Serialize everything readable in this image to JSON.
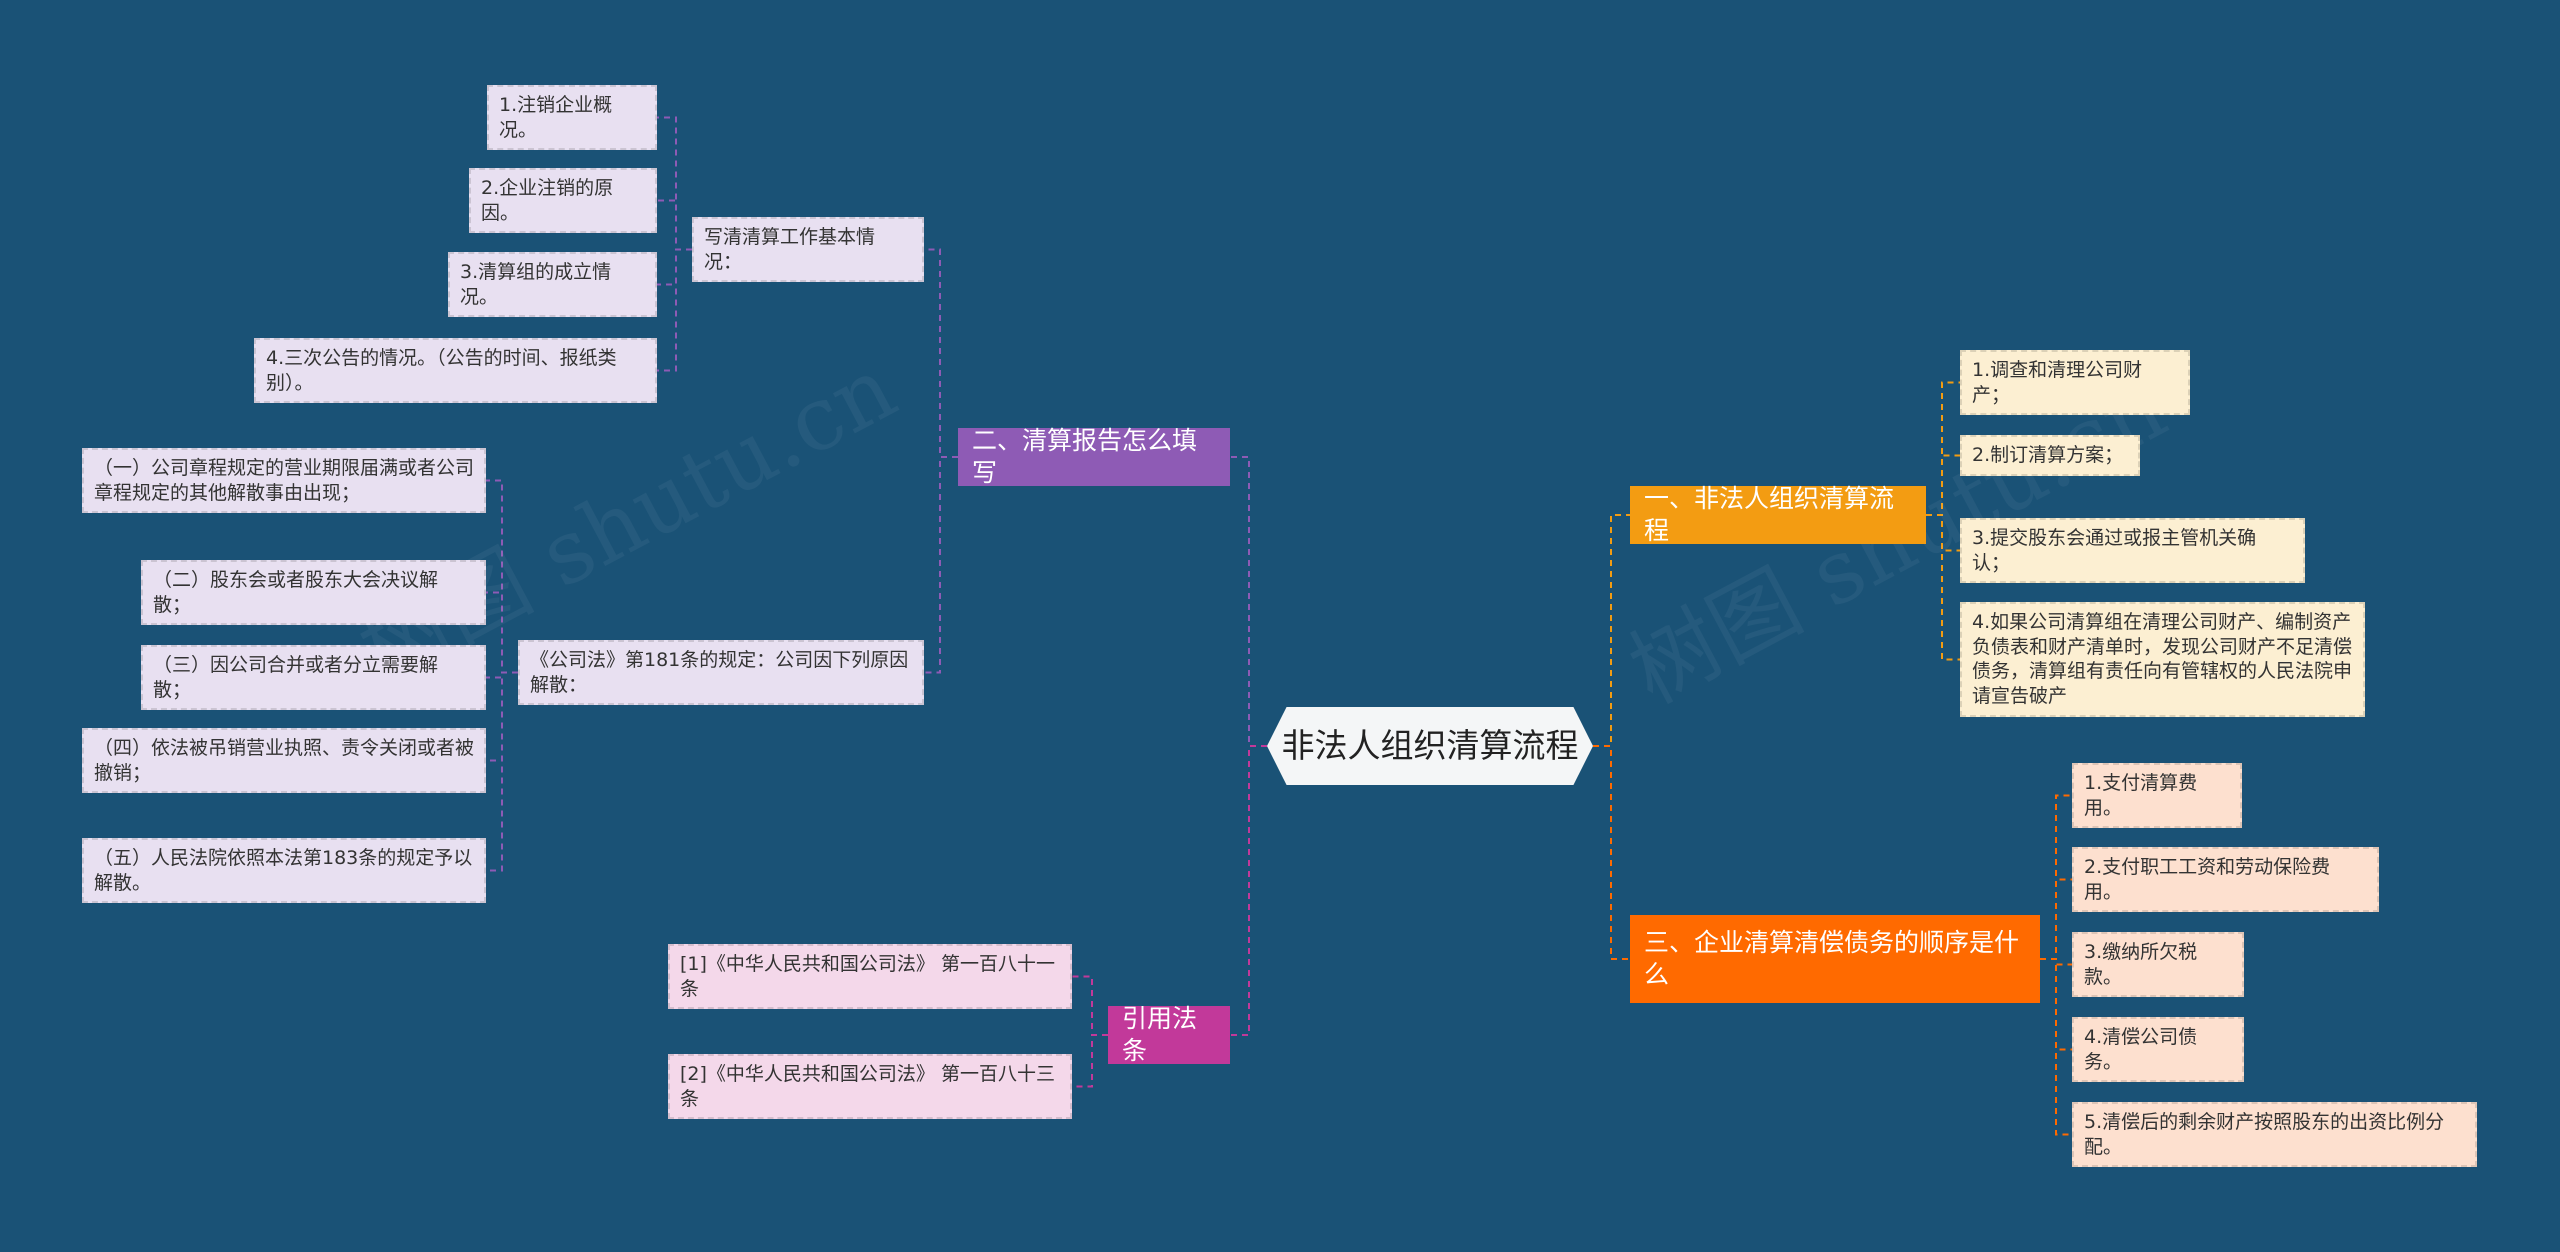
{
  "root": {
    "label": "非法人组织清算流程"
  },
  "branches": {
    "b1": {
      "label": "一、非法人组织清算流程",
      "color": "#f39c12",
      "items": [
        "1.调查和清理公司财产；",
        "2.制订清算方案；",
        "3.提交股东会通过或报主管机关确认；",
        "4.如果公司清算组在清理公司财产、编制资产负债表和财产清单时，发现公司财产不足清偿债务，清算组有责任向有管辖权的人民法院申请宣告破产"
      ]
    },
    "b2": {
      "label": "二、清算报告怎么填写",
      "color": "#8e5bb5",
      "subs": [
        {
          "label": "写清清算工作基本情况：",
          "items": [
            "1.注销企业概况。",
            "2.企业注销的原因。",
            "3.清算组的成立情况。",
            "4.三次公告的情况。（公告的时间、报纸类别）。"
          ]
        },
        {
          "label": "《公司法》第181条的规定：公司因下列原因解散：",
          "items": [
            "（一）公司章程规定的营业期限届满或者公司章程规定的其他解散事由出现；",
            "（二）股东会或者股东大会决议解散；",
            "（三）因公司合并或者分立需要解散；",
            "（四）依法被吊销营业执照、责令关闭或者被撤销；",
            "（五）人民法院依照本法第183条的规定予以解散。"
          ]
        }
      ]
    },
    "b3": {
      "label": "三、企业清算清偿债务的顺序是什么",
      "color": "#ff6a00",
      "items": [
        "1.支付清算费用。",
        "2.支付职工工资和劳动保险费用。",
        "3.缴纳所欠税款。",
        "4.清偿公司债务。",
        "5.清偿后的剩余财产按照股东的出资比例分配。"
      ]
    },
    "b4": {
      "label": "引用法条",
      "color": "#c2399a",
      "items": [
        "[1]《中华人民共和国公司法》 第一百八十一条",
        "[2]《中华人民共和国公司法》 第一百八十三条"
      ]
    }
  },
  "watermarks": [
    "树图 shutu.cn",
    "树图 shutu.cn"
  ]
}
